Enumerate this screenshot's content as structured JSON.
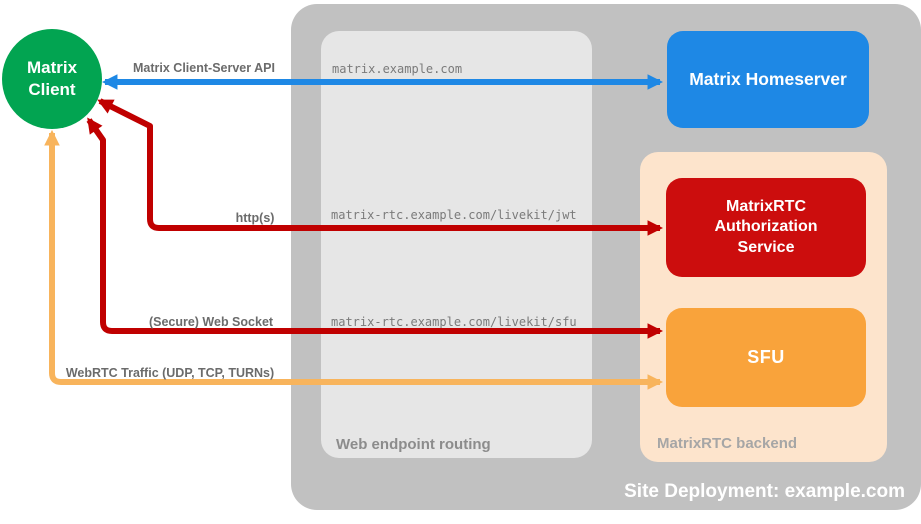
{
  "client": {
    "label": "Matrix Client"
  },
  "homeserver": {
    "label": "Matrix Homeserver"
  },
  "auth_service": {
    "label": "MatrixRTC Authorization Service"
  },
  "sfu": {
    "label": "SFU"
  },
  "routing_group": {
    "label": "Web endpoint routing",
    "endpoints": [
      "matrix.example.com",
      "matrix-rtc.example.com/livekit/jwt",
      "matrix-rtc.example.com/livekit/sfu"
    ]
  },
  "backend_group": {
    "label": "MatrixRTC backend"
  },
  "site_group": {
    "label": "Site Deployment: example.com"
  },
  "flows": [
    {
      "label": "Matrix Client-Server API",
      "color": "#1E88E5"
    },
    {
      "label": "http(s)",
      "color": "#C00000"
    },
    {
      "label": "(Secure) Web Socket",
      "color": "#C00000"
    },
    {
      "label": "WebRTC Traffic (UDP, TCP, TURNs)",
      "color": "#F8B45C"
    }
  ],
  "colors": {
    "client_node": "#02A451",
    "homeserver_node": "#1E88E5",
    "auth_service_node": "#CC0D0D",
    "sfu_node": "#F9A33B",
    "backend_group_bg": "#FDE4CC",
    "routing_group_bg": "#E6E6E6",
    "site_group_bg": "#C1C1C1"
  }
}
